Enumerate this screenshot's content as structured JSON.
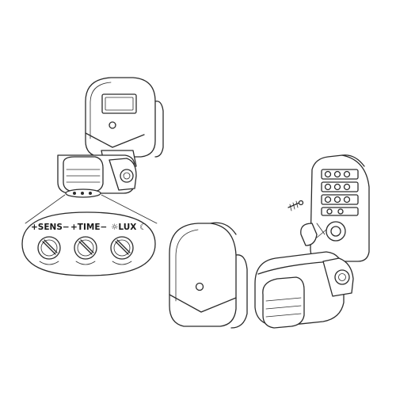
{
  "dial_labels": {
    "sens": "+SENS−",
    "time": "+TIME−",
    "lux": "☼LUX ☾"
  }
}
